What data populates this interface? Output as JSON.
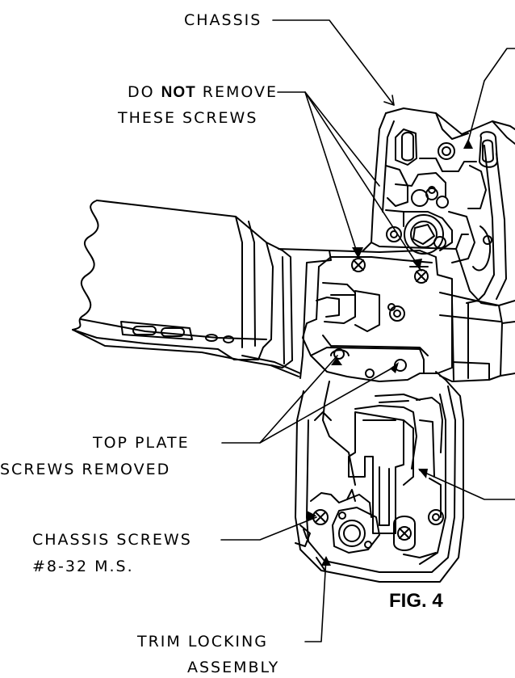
{
  "labels": {
    "chassis": "CHASSIS",
    "do_not_prefix": "DO ",
    "do_not_emphasis": "NOT",
    "do_not_suffix": " REMOVE",
    "these_screws": "THESE SCREWS",
    "top_plate": "TOP PLATE",
    "screws_removed": "SCREWS REMOVED",
    "chassis_screws": "CHASSIS SCREWS",
    "screw_spec": "#8-32 M.S.",
    "trim_locking": "TRIM LOCKING",
    "assembly": "ASSEMBLY"
  },
  "figure_label": "FIG. 4",
  "colors": {
    "ink": "#000000",
    "paper": "#ffffff"
  }
}
